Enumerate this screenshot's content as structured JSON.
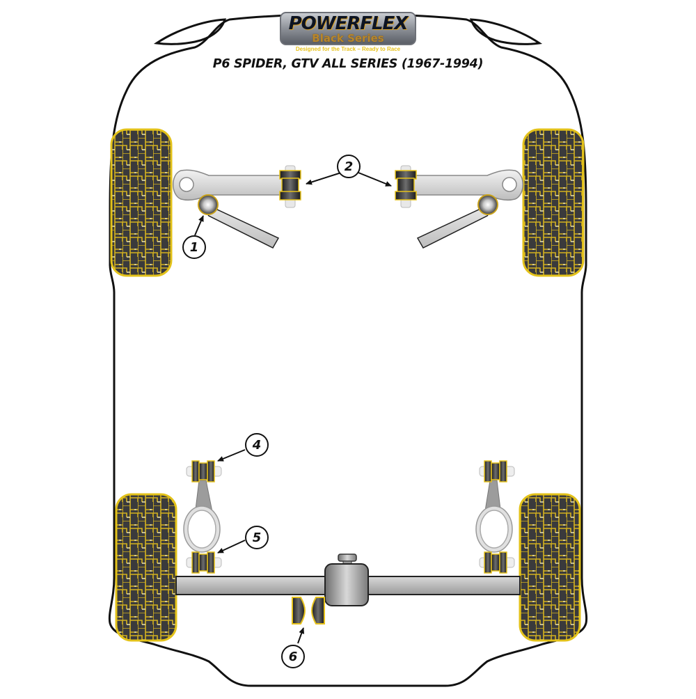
{
  "brand": {
    "name": "POWERFLEX",
    "series": "Black Series",
    "tagline": "Designed for the Track – Ready to Race"
  },
  "title": "P6 SPIDER, GTV ALL SERIES (1967-1994)",
  "colors": {
    "outline": "#111111",
    "tyre_tread": "#3a3a3c",
    "tyre_grid": "#d4b21e",
    "bush_yellow": "#e6c21c",
    "metal_light": "#e6e6e6",
    "metal_dark": "#8f8f8f"
  },
  "callouts": [
    {
      "number": "1",
      "part": "front-lower-ball-joint-bush"
    },
    {
      "number": "2",
      "part": "front-upper-arm-inner-bush"
    },
    {
      "number": "4",
      "part": "rear-trailing-link-upper-bush"
    },
    {
      "number": "5",
      "part": "rear-trailing-link-lower-bush"
    },
    {
      "number": "6",
      "part": "rear-axle-bump-stop-bush"
    }
  ]
}
